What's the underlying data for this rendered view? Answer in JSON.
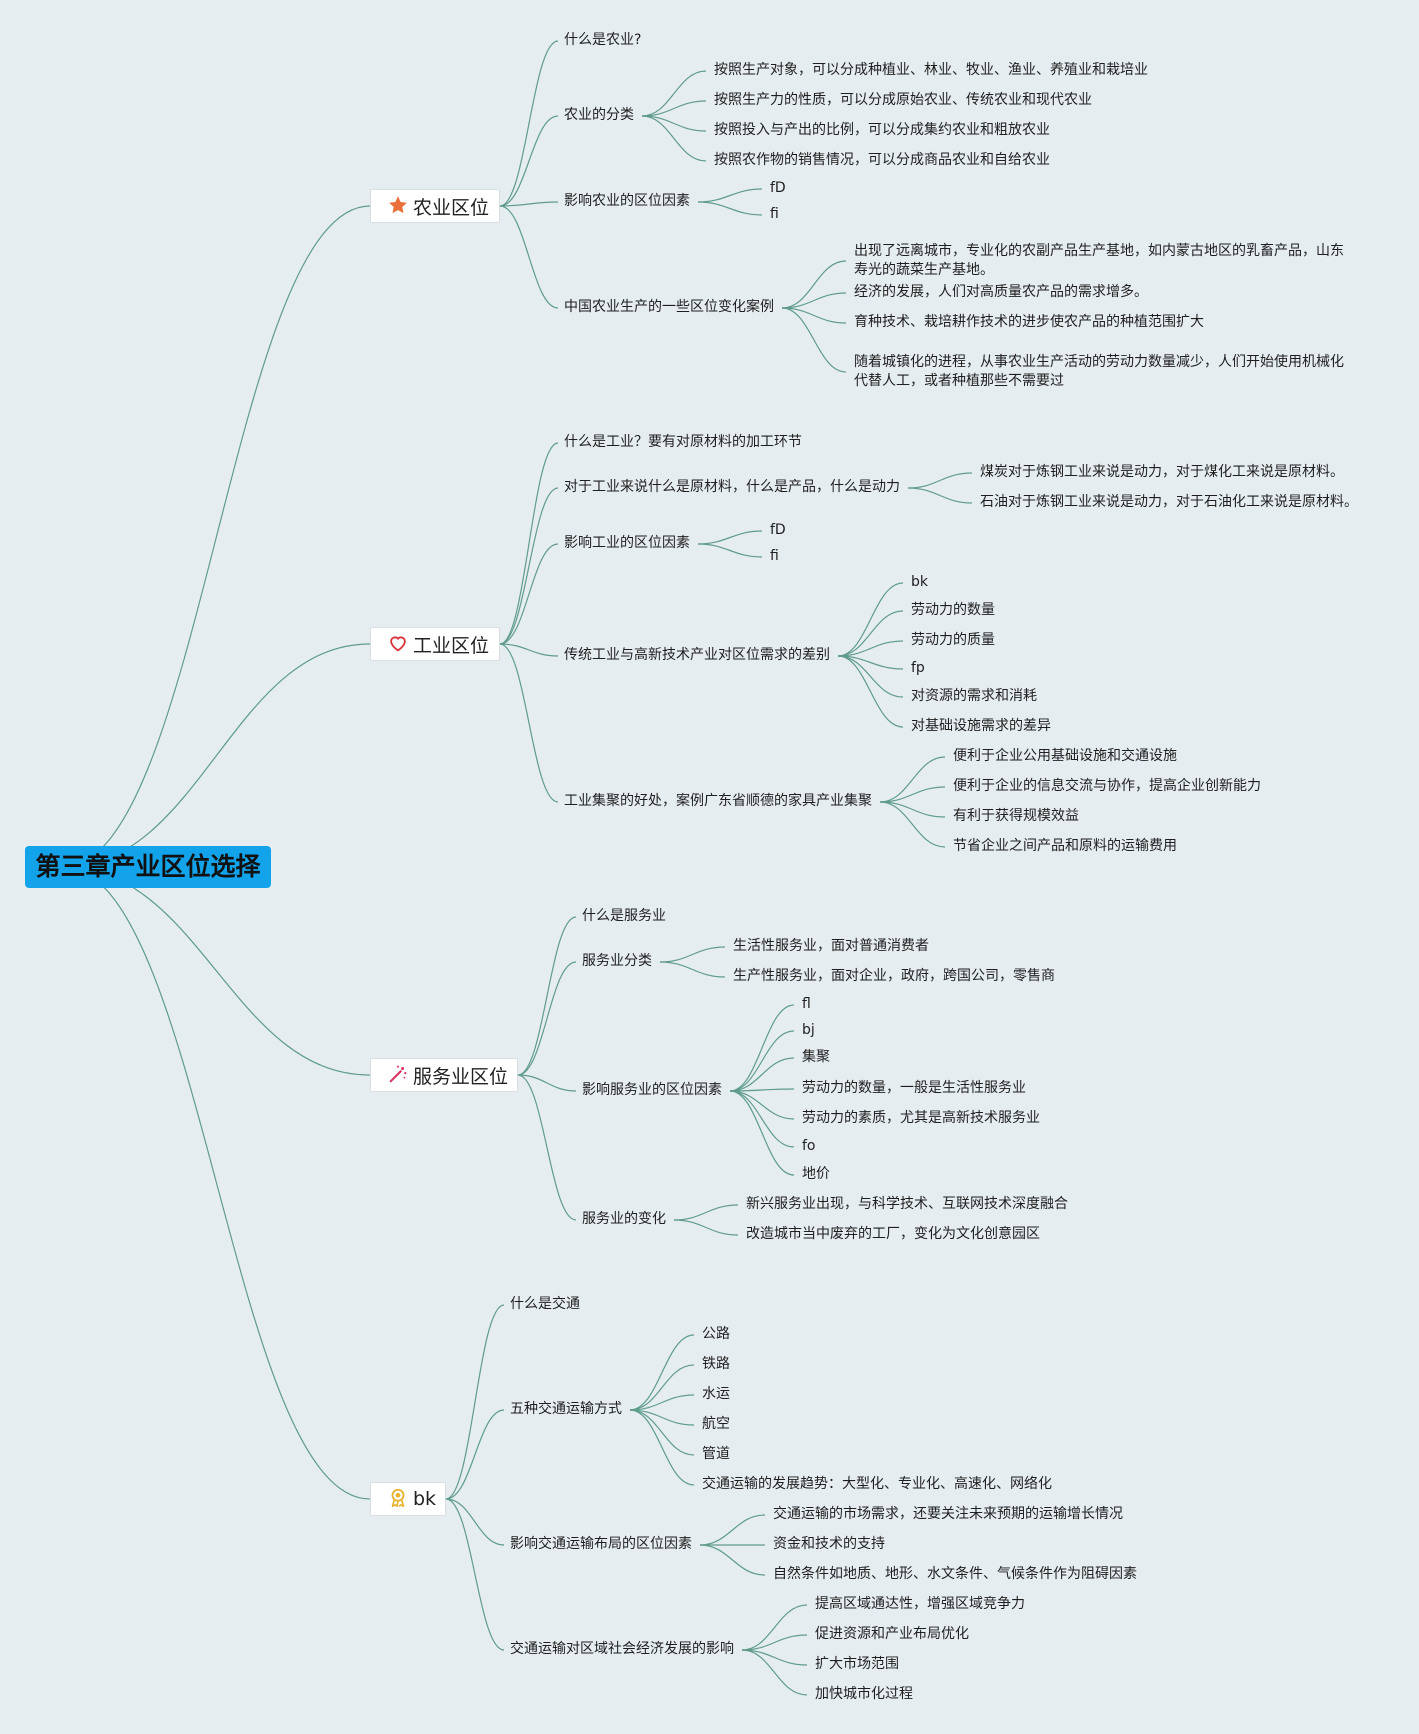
{
  "root": "第三章产业区位选择",
  "branches": [
    {
      "id": "agri",
      "label": "农业区位",
      "icon": "star-icon",
      "icon_color": "#e9703a",
      "children": [
        {
          "label": "什么是农业?"
        },
        {
          "label": "农业的分类",
          "children": [
            {
              "label": "按照生产对象，可以分成种植业、林业、牧业、渔业、养殖业和栽培业"
            },
            {
              "label": "按照生产力的性质，可以分成原始农业、传统农业和现代农业"
            },
            {
              "label": "按照投入与产出的比例，可以分成集约农业和粗放农业"
            },
            {
              "label": "按照农作物的销售情况，可以分成商品农业和自给农业"
            }
          ]
        },
        {
          "label": "影响农业的区位因素",
          "children": [
            {
              "label": "fD"
            },
            {
              "label": "fi"
            }
          ]
        },
        {
          "label": "中国农业生产的一些区位变化案例",
          "children": [
            {
              "label": "出现了远离城市，专业化的农副产品生产基地，如内蒙古地区的乳畜产品，山东寿光的蔬菜生产基地。"
            },
            {
              "label": "经济的发展，人们对高质量农产品的需求增多。"
            },
            {
              "label": "育种技术、栽培耕作技术的进步使农产品的种植范围扩大"
            },
            {
              "label": "随着城镇化的进程，从事农业生产活动的劳动力数量减少，人们开始使用机械化代替人工，或者种植那些不需要过"
            }
          ]
        }
      ]
    },
    {
      "id": "industry",
      "label": "工业区位",
      "icon": "heart-icon",
      "icon_color": "#d8343b",
      "children": [
        {
          "label": "什么是工业？要有对原材料的加工环节"
        },
        {
          "label": "对于工业来说什么是原材料，什么是产品，什么是动力",
          "children": [
            {
              "label": "煤炭对于炼钢工业来说是动力，对于煤化工来说是原材料。"
            },
            {
              "label": "石油对于炼钢工业来说是动力，对于石油化工来说是原材料。"
            }
          ]
        },
        {
          "label": "影响工业的区位因素",
          "children": [
            {
              "label": "fD"
            },
            {
              "label": "fi"
            }
          ]
        },
        {
          "label": "传统工业与高新技术产业对区位需求的差别",
          "children": [
            {
              "label": "bk"
            },
            {
              "label": "劳动力的数量"
            },
            {
              "label": "劳动力的质量"
            },
            {
              "label": "fp"
            },
            {
              "label": "对资源的需求和消耗"
            },
            {
              "label": "对基础设施需求的差异"
            }
          ]
        },
        {
          "label": "工业集聚的好处，案例广东省顺德的家具产业集聚",
          "children": [
            {
              "label": "便利于企业公用基础设施和交通设施"
            },
            {
              "label": "便利于企业的信息交流与协作，提高企业创新能力"
            },
            {
              "label": "有利于获得规模效益"
            },
            {
              "label": "节省企业之间产品和原料的运输费用"
            }
          ]
        }
      ]
    },
    {
      "id": "service",
      "label": "服务业区位",
      "icon": "magic-wand-icon",
      "icon_color": "#d92d5c",
      "children": [
        {
          "label": "什么是服务业"
        },
        {
          "label": "服务业分类",
          "children": [
            {
              "label": "生活性服务业，面对普通消费者"
            },
            {
              "label": "生产性服务业，面对企业，政府，跨国公司，零售商"
            }
          ]
        },
        {
          "label": "影响服务业的区位因素",
          "children": [
            {
              "label": "fl"
            },
            {
              "label": "bj"
            },
            {
              "label": "集聚"
            },
            {
              "label": "劳动力的数量，一般是生活性服务业"
            },
            {
              "label": "劳动力的素质，尤其是高新技术服务业"
            },
            {
              "label": "fo"
            },
            {
              "label": "地价"
            }
          ]
        },
        {
          "label": "服务业的变化",
          "children": [
            {
              "label": "新兴服务业出现，与科学技术、互联网技术深度融合"
            },
            {
              "label": "改造城市当中废弃的工厂，变化为文化创意园区"
            }
          ]
        }
      ]
    },
    {
      "id": "transport",
      "label": "bk",
      "icon": "award-ribbon-icon",
      "icon_color": "#e8b430",
      "children": [
        {
          "label": "什么是交通"
        },
        {
          "label": "五种交通运输方式",
          "children": [
            {
              "label": "公路"
            },
            {
              "label": "铁路"
            },
            {
              "label": "水运"
            },
            {
              "label": "航空"
            },
            {
              "label": "管道"
            },
            {
              "label": "交通运输的发展趋势：大型化、专业化、高速化、网络化"
            }
          ]
        },
        {
          "label": "影响交通运输布局的区位因素",
          "children": [
            {
              "label": "交通运输的市场需求，还要关注未来预期的运输增长情况"
            },
            {
              "label": "资金和技术的支持"
            },
            {
              "label": "自然条件如地质、地形、水文条件、气候条件作为阻碍因素"
            }
          ]
        },
        {
          "label": "交通运输对区域社会经济发展的影响",
          "children": [
            {
              "label": "提高区域通达性，增强区域竞争力"
            },
            {
              "label": "促进资源和产业布局优化"
            },
            {
              "label": "扩大市场范围"
            },
            {
              "label": "加快城市化过程"
            }
          ]
        }
      ]
    }
  ]
}
